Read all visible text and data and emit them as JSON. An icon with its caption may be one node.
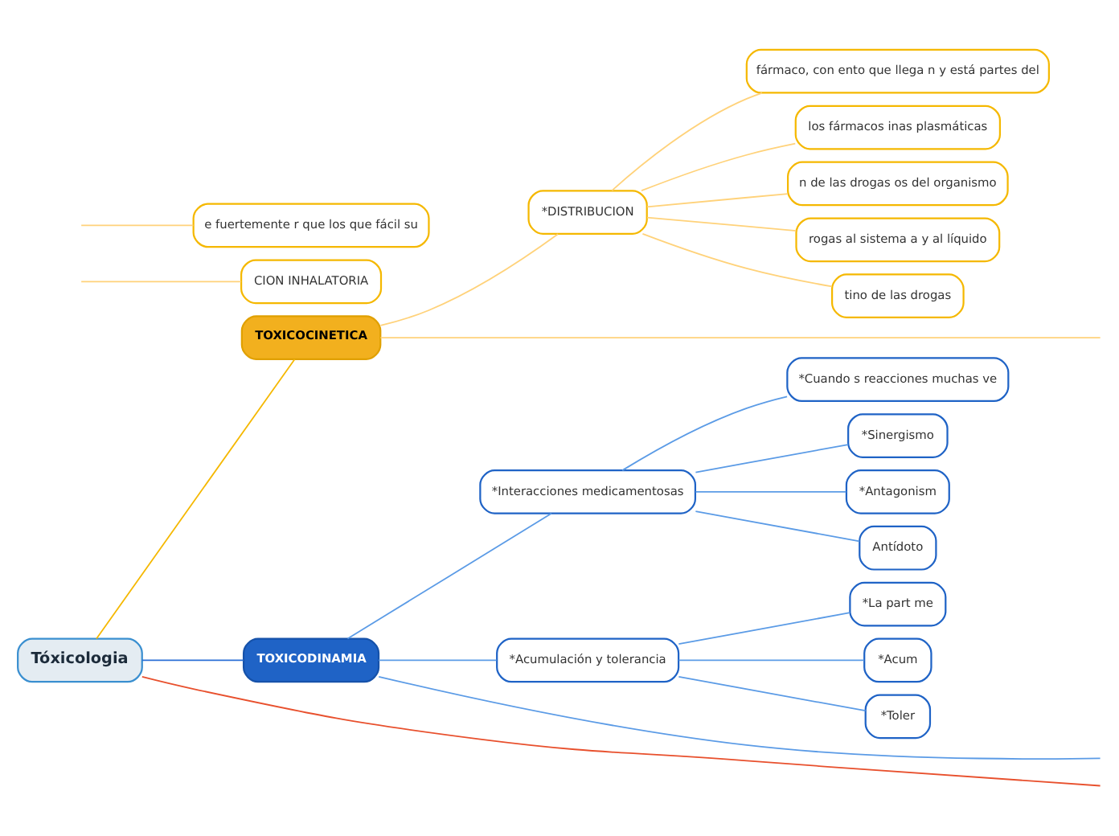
{
  "diagram": {
    "nodes": [
      {
        "text": [
          "Tóxicologia"
        ]
      },
      {
        "text": [
          "TOXICOCINETICA"
        ]
      },
      {
        "text": [
          "TOXICODINAMIA"
        ]
      },
      {
        "text": [
          "*DISTRIBUCION"
        ]
      },
      {
        "text": [
          "CION INHALATORIA"
        ]
      },
      {
        "text": [
          "e fuertemente r que los que fácil su"
        ]
      },
      {
        "text": [
          "fármaco, con ento que llega n y está partes del"
        ]
      },
      {
        "text": [
          "los fármacos inas plasmáticas"
        ]
      },
      {
        "text": [
          "n de las drogas os del organismo"
        ]
      },
      {
        "text": [
          "rogas al sistema a y al líquido"
        ]
      },
      {
        "text": [
          "tino de las drogas"
        ]
      },
      {
        "text": [
          "*Interacciones medicamentosas"
        ]
      },
      {
        "text": [
          "*Cuando s reacciones muchas ve"
        ]
      },
      {
        "text": [
          "*Sinergismo"
        ]
      },
      {
        "text": [
          "*Antagonism"
        ]
      },
      {
        "text": [
          "Antídoto"
        ]
      },
      {
        "text": [
          "*Acumulación y tolerancia"
        ]
      },
      {
        "text": [
          "*La part me"
        ]
      },
      {
        "text": [
          "*Acum"
        ]
      },
      {
        "text": [
          "*Toler"
        ]
      }
    ],
    "edges": [
      {
        "from": 0,
        "to": 1,
        "arrow": "none",
        "color": "#f5b800"
      },
      {
        "from": 0,
        "to": 2,
        "arrow": "none",
        "color": "#2a6fd6"
      },
      {
        "from": 0,
        "to": null,
        "arrow": "none",
        "color": "#e8502d"
      },
      {
        "from": 1,
        "to": null,
        "arrow": "none",
        "color": "#ffd27a"
      },
      {
        "from": 1,
        "to": 3,
        "arrow": "none",
        "color": "#ffd27a"
      },
      {
        "from": null,
        "to": 4,
        "arrow": "none",
        "color": "#ffd27a"
      },
      {
        "from": null,
        "to": 5,
        "arrow": "none",
        "color": "#ffd27a"
      },
      {
        "from": 3,
        "to": 6,
        "arrow": "none",
        "color": "#ffd27a"
      },
      {
        "from": 3,
        "to": 7,
        "arrow": "none",
        "color": "#ffd27a"
      },
      {
        "from": 3,
        "to": 8,
        "arrow": "none",
        "color": "#ffd27a"
      },
      {
        "from": 3,
        "to": 9,
        "arrow": "none",
        "color": "#ffd27a"
      },
      {
        "from": 3,
        "to": 10,
        "arrow": "none",
        "color": "#ffd27a"
      },
      {
        "from": 2,
        "to": null,
        "arrow": "none",
        "color": "#5b9be6"
      },
      {
        "from": 2,
        "to": 11,
        "arrow": "none",
        "color": "#5b9be6"
      },
      {
        "from": 11,
        "to": 12,
        "arrow": "none",
        "color": "#5b9be6"
      },
      {
        "from": 11,
        "to": 13,
        "arrow": "none",
        "color": "#5b9be6"
      },
      {
        "from": 11,
        "to": 14,
        "arrow": "none",
        "color": "#5b9be6"
      },
      {
        "from": 11,
        "to": 15,
        "arrow": "none",
        "color": "#5b9be6"
      },
      {
        "from": 2,
        "to": 16,
        "arrow": "none",
        "color": "#5b9be6"
      },
      {
        "from": 16,
        "to": 17,
        "arrow": "none",
        "color": "#5b9be6"
      },
      {
        "from": 16,
        "to": 18,
        "arrow": "none",
        "color": "#5b9be6"
      },
      {
        "from": 16,
        "to": 19,
        "arrow": "none",
        "color": "#5b9be6"
      }
    ]
  }
}
